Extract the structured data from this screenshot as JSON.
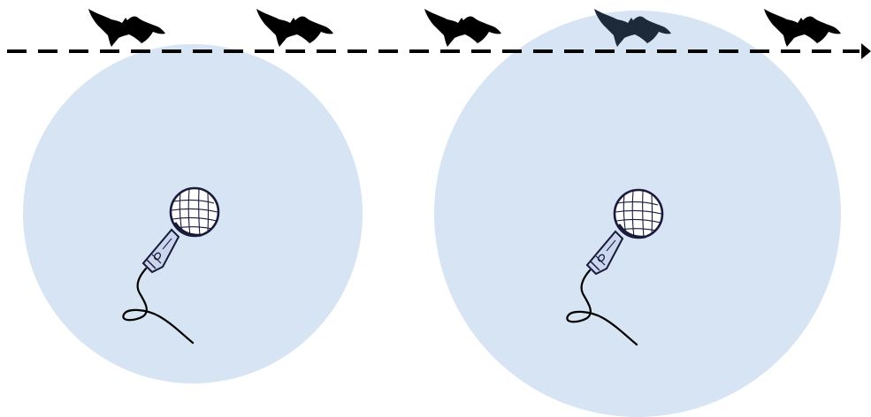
{
  "colors": {
    "background": "#ffffff",
    "detection_zone": "#d6e4f3",
    "flight_path": "#000000",
    "bat": "#000000",
    "microphone_outline": "#1a1a3a",
    "microphone_body": "#c9d6ee",
    "cable": "#000000"
  },
  "icons": {
    "bat": "bat-silhouette-icon",
    "microphone": "microphone-icon",
    "arrowhead": "arrowhead-icon"
  },
  "diagram": {
    "bat_count": 5,
    "microphone_count": 2,
    "flight_path_style": "dashed-arrow"
  }
}
